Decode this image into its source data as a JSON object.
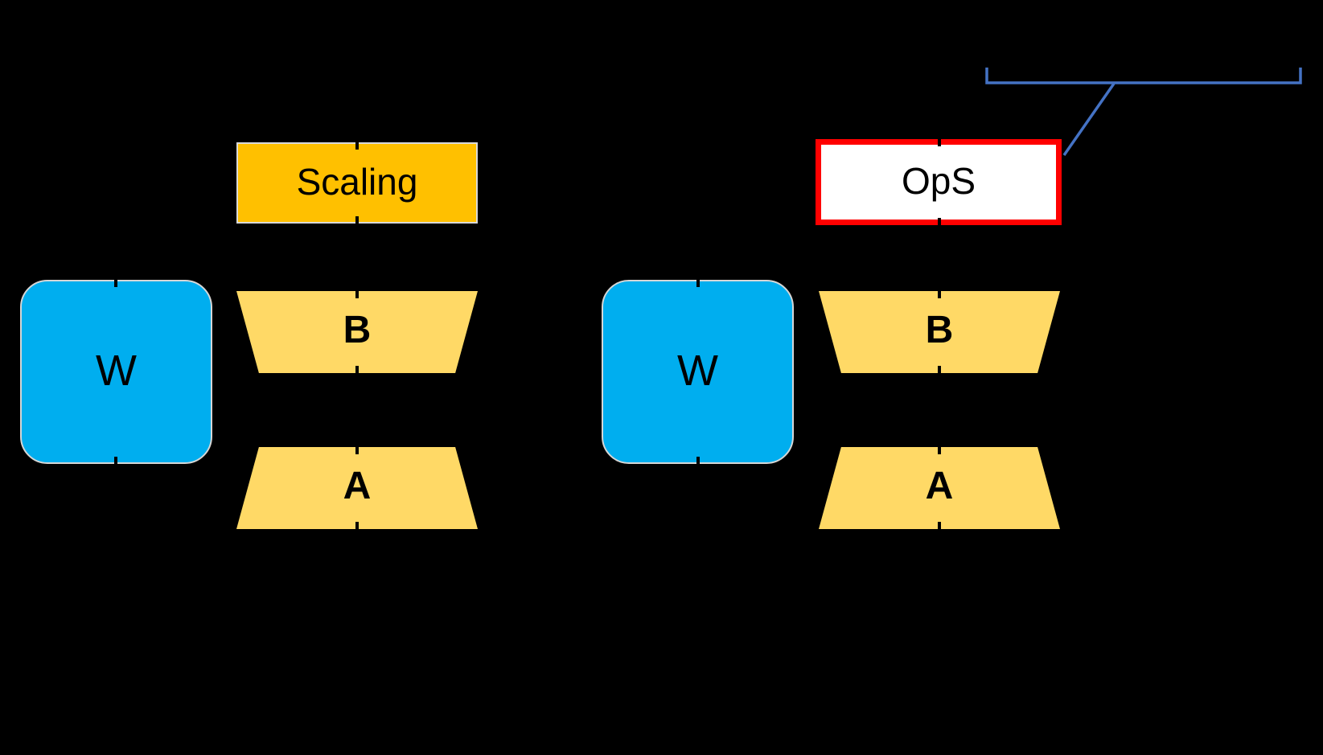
{
  "diagram": {
    "background_color": "#000000",
    "colors": {
      "weight_fill": "#00AEEF",
      "weight_border": "#D6D6D6",
      "scaling_fill": "#FFC000",
      "scaling_border": "#D9D9D9",
      "adapter_fill": "#FFD966",
      "ops_fill": "#FFFFFF",
      "ops_border": "#FF0000",
      "callout_line": "#4472C4",
      "connector_color": "#000000",
      "label_text": "#000000"
    },
    "left_group": {
      "w_label": "W",
      "scaling_label": "Scaling",
      "b_label": "B",
      "a_label": "A"
    },
    "right_group": {
      "w_label": "W",
      "ops_label": "OpS",
      "b_label": "B",
      "a_label": "A"
    }
  }
}
